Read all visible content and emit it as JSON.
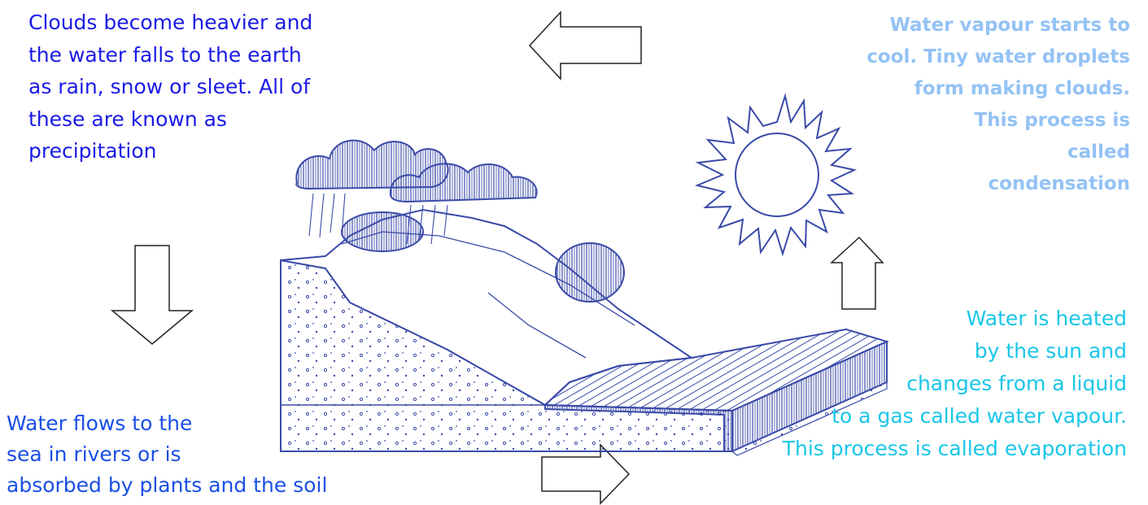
{
  "precipitation": {
    "lines": [
      "Clouds become heavier and",
      "the water falls to the earth",
      "as rain, snow or sleet.  All of",
      "these are known as",
      "precipitation"
    ]
  },
  "condensation": {
    "lines": [
      "Water vapour starts to",
      "cool. Tiny water droplets",
      "form making clouds.",
      "This process is",
      "called",
      "condensation"
    ]
  },
  "evaporation": {
    "lines": [
      "Water is heated",
      "by the sun and",
      "changes from a liquid",
      "to a gas called water vapour.",
      "This process is called evaporation"
    ]
  },
  "collection": {
    "lines": [
      "Water flows to the",
      "sea in rivers or is",
      "absorbed by plants and the soil"
    ]
  },
  "colors": {
    "precipitation_text": "#1a1ae6",
    "condensation_text": "#94c2f5",
    "evaporation_text": "#19c6e8",
    "collection_text": "#1a4fe6",
    "drawing": "#3a4aa8"
  }
}
